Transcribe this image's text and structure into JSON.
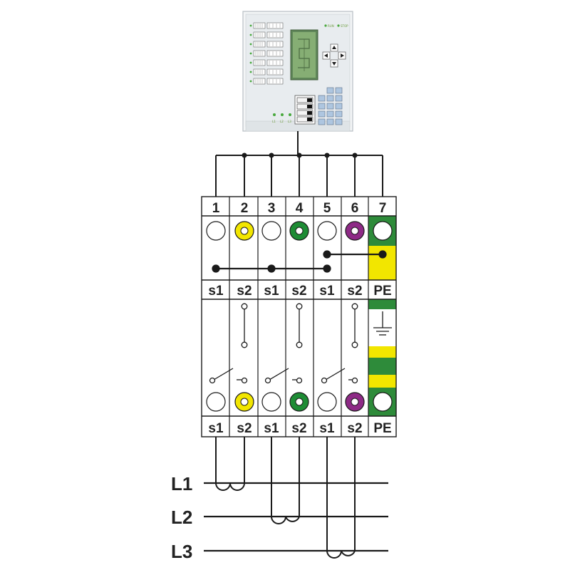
{
  "meter": {
    "led_labels": [
      "L1",
      "L2",
      "L3"
    ],
    "status_labels": [
      "RUN",
      "STOP"
    ]
  },
  "terminals": {
    "numbers": [
      "1",
      "2",
      "3",
      "4",
      "5",
      "6",
      "7"
    ],
    "top_labels": [
      "s1",
      "s2",
      "s1",
      "s2",
      "s1",
      "s2",
      "PE"
    ],
    "bottom_labels": [
      "s1",
      "s2",
      "s1",
      "s2",
      "s1",
      "s2",
      "PE"
    ],
    "ring_colors": [
      "#ffffff",
      "#f2e600",
      "#ffffff",
      "#1e8c35",
      "#ffffff",
      "#8e2a86",
      "#1e8c35"
    ]
  },
  "lines": {
    "labels": [
      "L1",
      "L2",
      "L3"
    ]
  },
  "colors": {
    "pe_green": "#2e8b3a",
    "pe_yellow": "#f2e600",
    "meter_body": "#e8ecef",
    "lcd_green": "#7aa46a"
  }
}
